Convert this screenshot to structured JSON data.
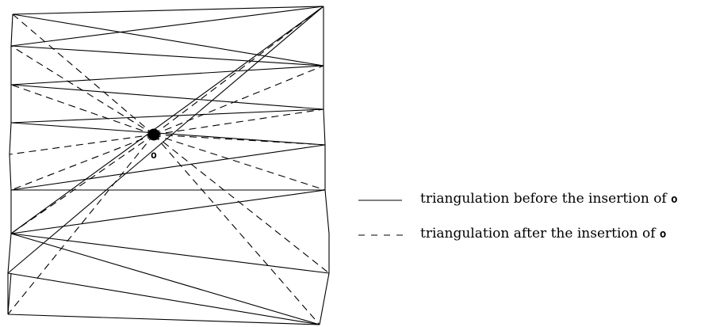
{
  "diagram": {
    "point_label": "o",
    "line_color": "#000000"
  },
  "legend": {
    "solid": {
      "text": "triangulation before the insertion of ",
      "symbol": "o"
    },
    "dashed": {
      "text": "triangulation after the insertion of ",
      "symbol": "o"
    }
  }
}
